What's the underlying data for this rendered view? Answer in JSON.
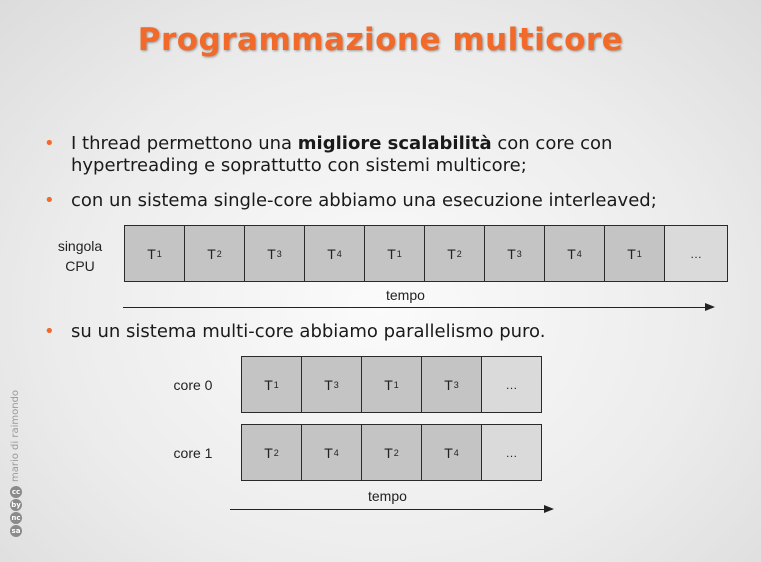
{
  "slide": {
    "title": "Programmazione multicore",
    "bullets": [
      {
        "pre": "I thread permettono una ",
        "bold": "migliore scalabilità",
        "post": " con core con",
        "line2": "hypertreading e soprattutto con sistemi multicore;"
      },
      {
        "text": "con un sistema single-core abbiamo una esecuzione interleaved;"
      },
      {
        "text": "su un sistema multi-core abbiamo parallelismo puro."
      }
    ]
  },
  "single_cpu": {
    "label_line1": "singola",
    "label_line2": "CPU",
    "cells": [
      "1",
      "2",
      "3",
      "4",
      "1",
      "2",
      "3",
      "4",
      "1"
    ],
    "last": "…",
    "axis": "tempo"
  },
  "multi_core": {
    "core0": {
      "label": "core 0",
      "cells": [
        "1",
        "3",
        "1",
        "3"
      ],
      "last": "…"
    },
    "core1": {
      "label": "core 1",
      "cells": [
        "2",
        "4",
        "2",
        "4"
      ],
      "last": "…"
    },
    "axis": "tempo"
  },
  "footer": {
    "author": "mario di raimondo",
    "license_icons": [
      "cc",
      "by",
      "nc",
      "sa"
    ]
  },
  "colors": {
    "accent": "#f26a2a",
    "cell": "#c4c4c4"
  },
  "task_prefix": "T"
}
